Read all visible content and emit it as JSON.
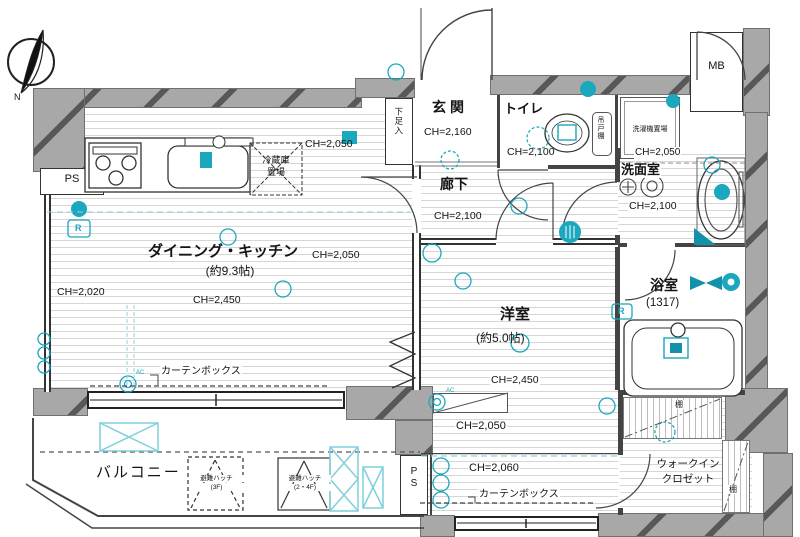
{
  "compass": {
    "label": "N"
  },
  "labels": {
    "ps_top": "PS",
    "ps_bottom": "PS",
    "mb": "MB",
    "shoe_cabinet": "下足入",
    "hanging_cupboard": "吊戸棚",
    "washer_area": "洗濯機置場",
    "fridge_l1": "冷蔵庫",
    "fridge_l2": "置場",
    "curtain_box": "カーテンボックス",
    "ac": "AC",
    "r_symbol": "R",
    "shelf": "棚"
  },
  "rooms": {
    "dining_kitchen": {
      "name": "ダイニング・キッチン",
      "size": "(約9.3帖)",
      "ch_top": "CH=2,050",
      "ch_mid": "CH=2,050",
      "ch_left": "CH=2,020",
      "ch_main": "CH=2,450"
    },
    "entrance": {
      "name": "玄関",
      "ch": "CH=2,160"
    },
    "toilet": {
      "name": "トイレ",
      "ch": "CH=2,100"
    },
    "hallway": {
      "name": "廊下",
      "ch": "CH=2,100"
    },
    "washroom": {
      "name": "洗面室",
      "ch_beam": "CH=2,050",
      "ch": "CH=2,100"
    },
    "bathroom": {
      "name": "浴室",
      "size": "(1317)"
    },
    "western_room": {
      "name": "洋室",
      "size": "(約5.0帖)",
      "ch_main": "CH=2,450",
      "ch_beam_a": "CH=2,050",
      "ch_beam_b": "CH=2,060"
    },
    "walkin_closet": {
      "name_l1": "ウォークイン",
      "name_l2": "クロゼット"
    },
    "balcony": {
      "name": "バルコニー",
      "hatch_3f_l1": "避難ハッチ",
      "hatch_3f_l2": "(3F)",
      "hatch_24f_l1": "避難ハッチ",
      "hatch_24f_l2": "(2・4F)"
    }
  },
  "colors": {
    "wall": "#a8a8a8",
    "accent": "#1ba7bd",
    "line": "#333333",
    "floor_line": "#d6d6d6"
  }
}
